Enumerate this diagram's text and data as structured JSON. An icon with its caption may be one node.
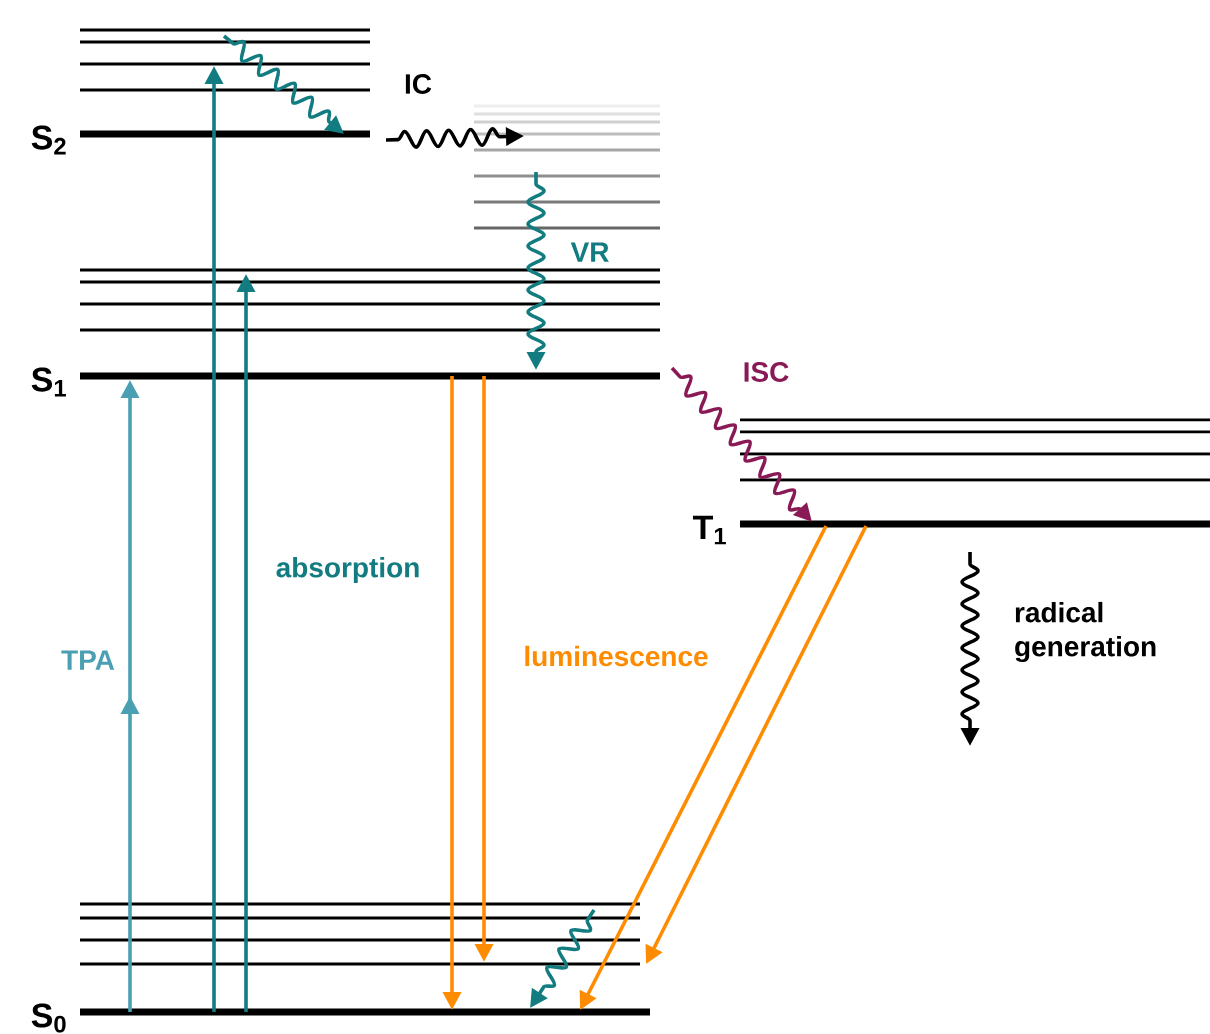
{
  "diagram": {
    "nodes": [
      {
        "text": [
          "S$_{2}$"
        ]
      },
      {
        "text": [
          "S$_{1}$"
        ]
      },
      {
        "text": [
          "T$_{1}$"
        ]
      },
      {
        "text": [
          "S$_{0}$"
        ]
      }
    ],
    "edges": [
      {
        "from": 3,
        "to": 0,
        "arrow": "to"
      },
      {
        "from": 3,
        "to": 1,
        "arrow": "to",
        "label": "absorption"
      },
      {
        "from": 3,
        "to": 1,
        "arrow": "to",
        "label": "TPA",
        "color": "#4aa0b2"
      },
      {
        "from": 0,
        "to": 0,
        "arrow": "to"
      },
      {
        "from": 0,
        "to": null,
        "arrow": "to",
        "label": "IC",
        "color": "#000000"
      },
      {
        "from": null,
        "to": 1,
        "arrow": "to",
        "label": "VR"
      },
      {
        "from": 1,
        "to": 2,
        "arrow": "to",
        "label": "ISC",
        "color": "#8a1a55"
      },
      {
        "from": 1,
        "to": 3,
        "arrow": "to",
        "color": "#ff8c00"
      },
      {
        "from": 1,
        "to": 3,
        "arrow": "to",
        "label": "luminescence",
        "color": "#ff8c00"
      },
      {
        "from": 2,
        "to": 3,
        "arrow": "to",
        "color": "#ff8c00"
      },
      {
        "from": 2,
        "to": 3,
        "arrow": "to",
        "color": "#ff8c00"
      },
      {
        "from": 3,
        "to": 3,
        "arrow": "to"
      },
      {
        "from": 2,
        "to": null,
        "arrow": "to",
        "label": "radical generation",
        "color": "#000000"
      }
    ]
  }
}
